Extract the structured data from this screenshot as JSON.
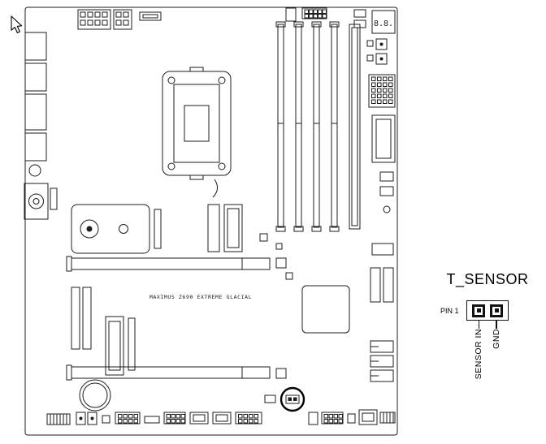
{
  "figure": {
    "board_label": "MAXIMUS Z690 EXTREME GLACIAL",
    "debug_led_value": "8.8.",
    "callout": {
      "title": "T_SENSOR",
      "pin1_label": "PIN 1",
      "pin_bottom_labels": [
        "SENSOR IN",
        "GND"
      ]
    },
    "colors": {
      "line": "#1c1c1c",
      "background": "#ffffff",
      "highlight_circle": "#000000"
    }
  }
}
